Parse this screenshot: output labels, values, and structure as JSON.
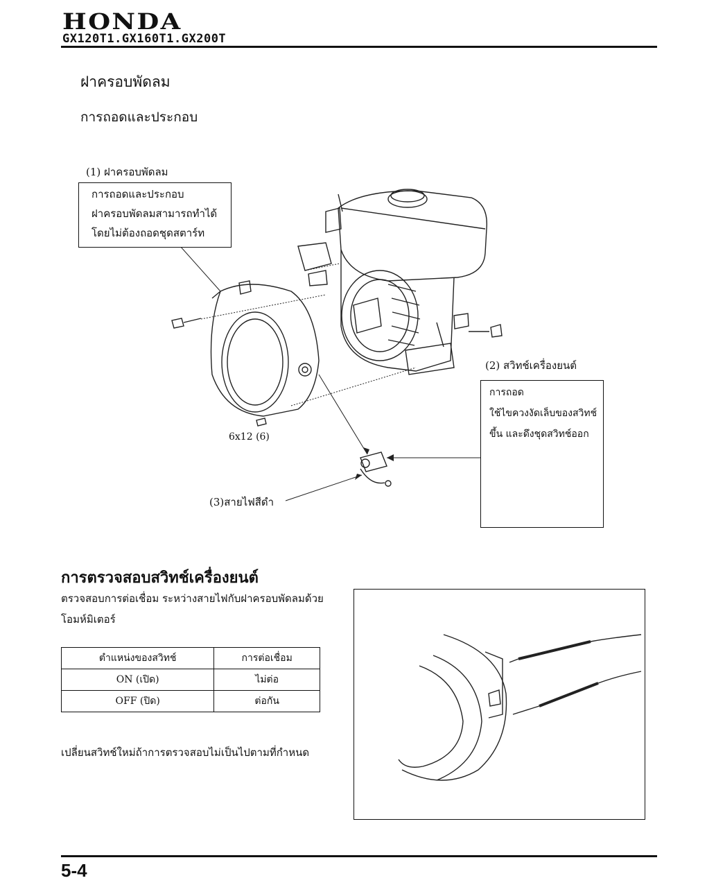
{
  "header": {
    "brand": "HONDA",
    "models": "GX120T1.GX160T1.GX200T"
  },
  "section": {
    "title": "ฝาครอบพัดลม",
    "subtitle": "การถอดและประกอบ"
  },
  "diagram": {
    "callout1": {
      "label": "(1) ฝาครอบพัดลม",
      "lines": [
        "การถอดและประกอบ",
        "ฝาครอบพัดลมสามารถทำได้",
        "โดยไม่ต้องถอดชุดสตาร์ท"
      ]
    },
    "callout2": {
      "label": "(2) สวิทช์เครื่องยนต์",
      "lines": [
        "การถอด",
        "ใช้ไขควงงัดเล็บของสวิทช์",
        "ขึ้น และดึงชุดสวิทช์ออก"
      ]
    },
    "bolt_label": "6x12 (6)",
    "wire_label": "(3)สายไฟสีดำ"
  },
  "inspection": {
    "title": "การตรวจสอบสวิทช์เครื่องยนต์",
    "paragraph_line1": "ตรวจสอบการต่อเชื่อม ระหว่างสายไฟกับฝาครอบพัดลมด้วย",
    "paragraph_line2": "โอมห์มิเตอร์",
    "table": {
      "headers": [
        "ตำแหน่งของสวิทช์",
        "การต่อเชื่อม"
      ],
      "rows": [
        [
          "ON (เปิด)",
          "ไม่ต่อ"
        ],
        [
          "OFF (ปิด)",
          "ต่อกัน"
        ]
      ]
    },
    "note": "เปลี่ยนสวิทช์ใหม่ถ้าการตรวจสอบไม่เป็นไปตามที่กำหนด"
  },
  "footer": {
    "page_number": "5-4"
  }
}
